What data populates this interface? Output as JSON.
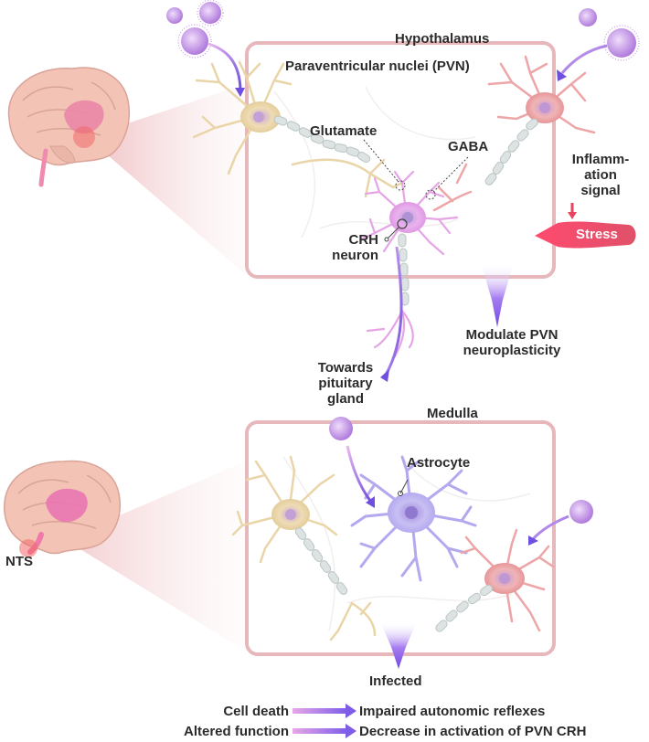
{
  "top_panel": {
    "region": "Hypothalamus",
    "subregion": "Paraventricular nuclei (PVN)",
    "glutamate": "Glutamate",
    "gaba": "GABA",
    "crh_neuron": [
      "CRH",
      "neuron"
    ],
    "inflammation_signal": [
      "Inflamm-",
      "ation",
      "signal"
    ],
    "stress": "Stress",
    "modulate": [
      "Modulate PVN",
      "neuroplasticity"
    ],
    "towards": [
      "Towards",
      "pituitary",
      "gland"
    ]
  },
  "bottom_panel": {
    "region": "Medulla",
    "astrocyte": "Astrocyte",
    "nts": "NTS",
    "infected": "Infected"
  },
  "outcomes": [
    {
      "cause": "Cell death",
      "effect": "Impaired autonomic reflexes"
    },
    {
      "cause": "Altered function",
      "effect": "Decrease in activation of PVN CRH"
    }
  ],
  "colors": {
    "panel_border": "#e6b8bc",
    "arrow_purple": "#8a5ce6",
    "stress_red": "#e8445f",
    "neuron_tan": "#e9d5a8",
    "neuron_pink": "#e99aa0",
    "crh_neuron": "#e7a6e6",
    "astrocyte": "#b7b0ee",
    "virus": "#c99be8"
  }
}
